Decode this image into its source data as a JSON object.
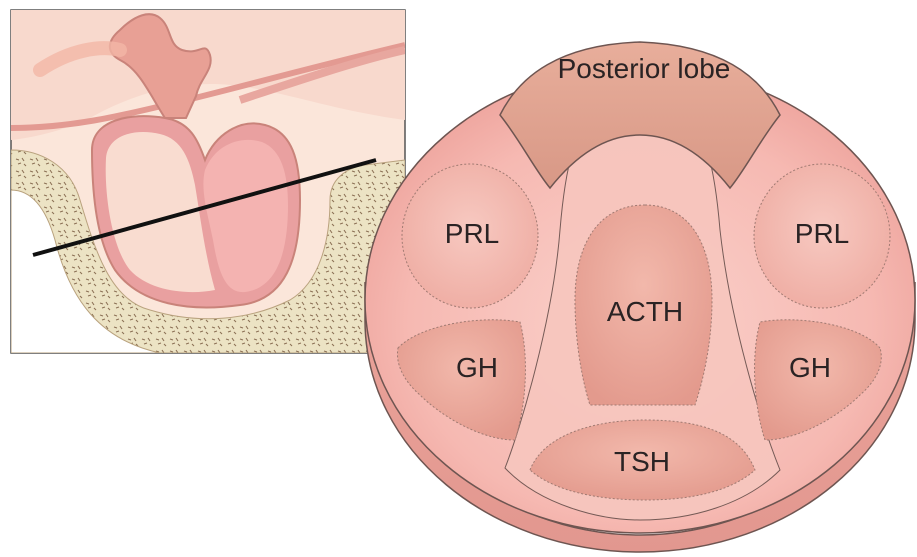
{
  "labels": {
    "posterior_lobe": "Posterior lobe",
    "prl_left": "PRL",
    "prl_right": "PRL",
    "acth": "ACTH",
    "gh_left": "GH",
    "gh_right": "GH",
    "tsh": "TSH"
  },
  "colors": {
    "gland_pink": "#f4b3ae",
    "gland_deep": "#e39a92",
    "posterior_tan": "#dba08f",
    "bone_beige": "#ece3c4",
    "bone_dots": "#8c7156",
    "tissue_peach": "#f7d4c7",
    "inset_background": "#fbe6da",
    "cut_line": "#111111",
    "outline": "#4a3a38"
  },
  "icons": {
    "inset": "sella-turcica-sagittal-section",
    "disc": "pituitary-axial-cross-section"
  }
}
